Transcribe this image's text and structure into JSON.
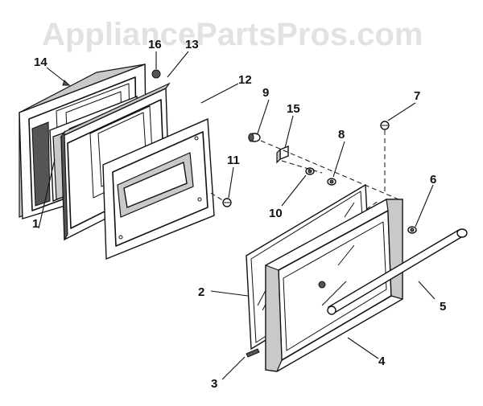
{
  "watermark": "AppliancePartsPros.com",
  "callouts": {
    "c1": "1",
    "c2": "2",
    "c3": "3",
    "c4": "4",
    "c5": "5",
    "c6": "6",
    "c7": "7",
    "c8": "8",
    "c9": "9",
    "c10": "10",
    "c11": "11",
    "c12": "12",
    "c13": "13",
    "c14": "14",
    "c15": "15",
    "c16": "16"
  }
}
